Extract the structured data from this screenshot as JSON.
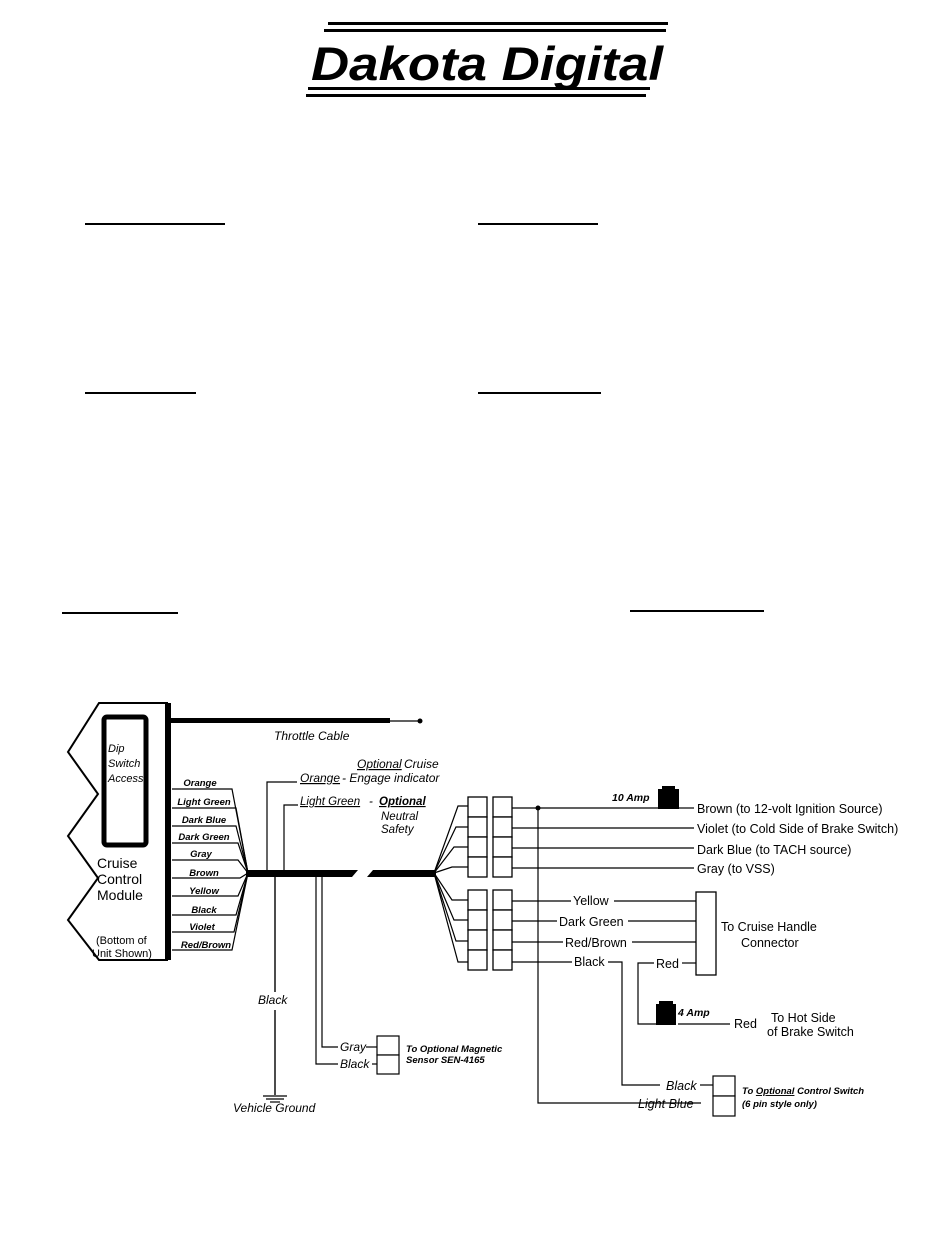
{
  "logo": {
    "text": "Dakota  Digital"
  },
  "module": {
    "dip_label_1": "Dip",
    "dip_label_2": "Switch",
    "dip_label_3": "Access",
    "name_1": "Cruise",
    "name_2": "Control",
    "name_3": "Module",
    "note_1": "(Bottom of",
    "note_2": "Unit Shown)",
    "wires": [
      "Orange",
      "Light Green",
      "Dark Blue",
      "Dark Green",
      "Gray",
      "Brown",
      "Yellow",
      "Black",
      "Violet",
      "Red/Brown"
    ]
  },
  "throttle": {
    "label": "Throttle Cable"
  },
  "engage": {
    "optional": "Optional",
    "cruise": " Cruise",
    "orange": "Orange",
    "rest": " - Engage indicator"
  },
  "neutral": {
    "light_green": "Light Green",
    "dash": " - ",
    "optional": "Optional",
    "line2": "Neutral",
    "line3": "Safety"
  },
  "power": {
    "fuse": "10 Amp",
    "brown": "Brown (to 12-volt Ignition Source)",
    "violet": "Violet (to Cold Side of Brake Switch)",
    "dark_blue": "Dark Blue (to TACH source)",
    "gray": "Gray (to VSS)"
  },
  "handle": {
    "yellow": "Yellow",
    "dark_green": "Dark Green",
    "red_brown": "Red/Brown",
    "black": "Black",
    "red": "Red",
    "dest_1": "To Cruise Handle",
    "dest_2": "Connector"
  },
  "brake": {
    "fuse": "4 Amp",
    "red": "Red",
    "dest_1": "To Hot Side",
    "dest_2": "of Brake Switch"
  },
  "ground": {
    "black": "Black",
    "label": "Vehicle Ground"
  },
  "sensor": {
    "gray": "Gray",
    "black": "Black",
    "dest_1": "To Optional Magnetic",
    "dest_2": "Sensor SEN-4165"
  },
  "control_switch": {
    "black": "Black",
    "light_blue": "Light Blue",
    "dest_prefix": "To ",
    "dest_optional": "Optional",
    "dest_suffix": " Control Switch",
    "dest_2": "(6 pin style only)"
  }
}
